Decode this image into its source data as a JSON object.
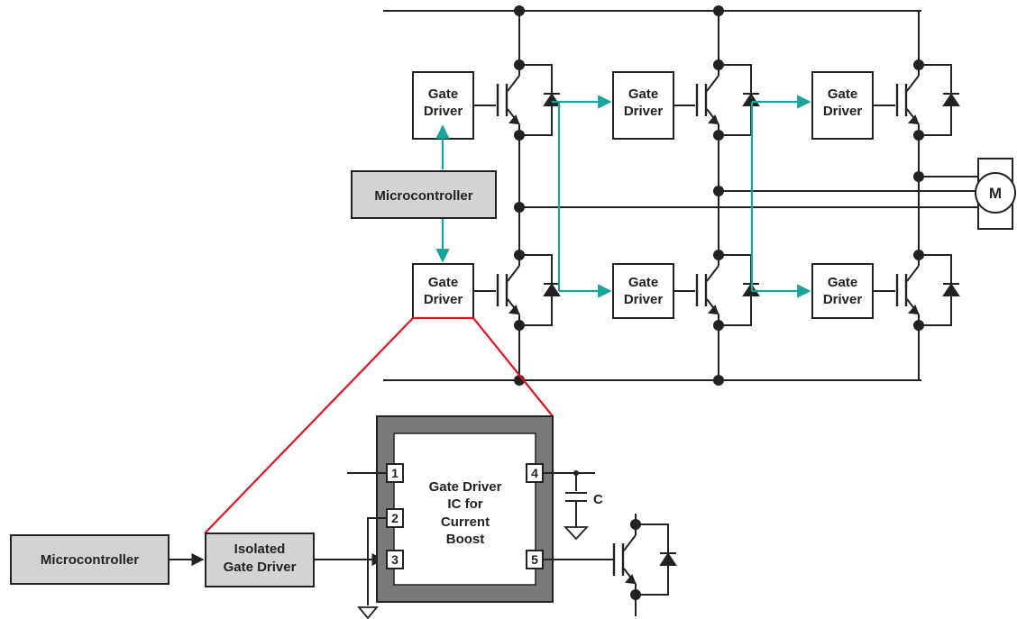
{
  "colors": {
    "wire": "#222222",
    "teal": "#1aa39a",
    "red": "#e0141e",
    "gray_fill": "#d2d3d5",
    "chip_frame": "#7a7a7a"
  },
  "gate_driver": {
    "line1": "Gate",
    "line2": "Driver"
  },
  "microcontroller_top": "Microcontroller",
  "microcontroller_bottom": "Microcontroller",
  "isolated_driver": {
    "line1": "Isolated",
    "line2": "Gate Driver"
  },
  "ic": {
    "lines": [
      "Gate Driver",
      "IC for",
      "Current",
      "Boost"
    ]
  },
  "pins": [
    "1",
    "2",
    "3",
    "4",
    "5"
  ],
  "capacitor_label": "C",
  "motor_label": "M"
}
